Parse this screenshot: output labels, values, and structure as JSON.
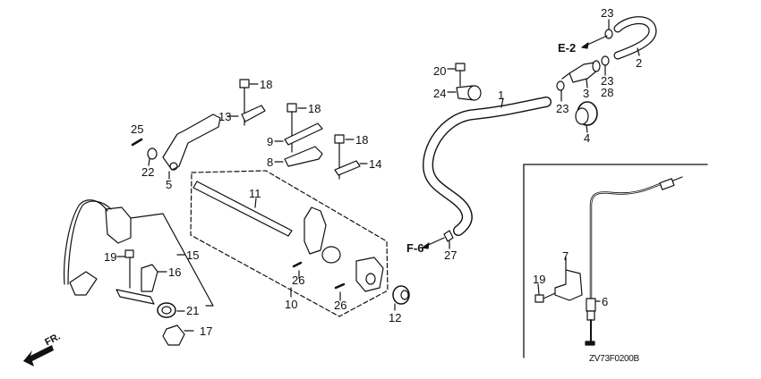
{
  "diagram": {
    "title": "Parts exploded view",
    "diagram_code": "ZV73F0200B",
    "direction_label": "FR.",
    "references": [
      {
        "id": "ref-e2",
        "text": "E-2"
      },
      {
        "id": "ref-f6",
        "text": "F-6"
      }
    ],
    "part_labels": [
      {
        "id": "p23a",
        "text": "23"
      },
      {
        "id": "p2",
        "text": "2"
      },
      {
        "id": "p23b",
        "text": "23"
      },
      {
        "id": "p28",
        "text": "28"
      },
      {
        "id": "p3",
        "text": "3"
      },
      {
        "id": "p23c",
        "text": "23"
      },
      {
        "id": "p4",
        "text": "4"
      },
      {
        "id": "p20",
        "text": "20"
      },
      {
        "id": "p24",
        "text": "24"
      },
      {
        "id": "p1",
        "text": "1"
      },
      {
        "id": "p18a",
        "text": "18"
      },
      {
        "id": "p13",
        "text": "13"
      },
      {
        "id": "p18b",
        "text": "18"
      },
      {
        "id": "p9",
        "text": "9"
      },
      {
        "id": "p8",
        "text": "8"
      },
      {
        "id": "p18c",
        "text": "18"
      },
      {
        "id": "p14",
        "text": "14"
      },
      {
        "id": "p25",
        "text": "25"
      },
      {
        "id": "p22",
        "text": "22"
      },
      {
        "id": "p5",
        "text": "5"
      },
      {
        "id": "p11",
        "text": "11"
      },
      {
        "id": "p15",
        "text": "15"
      },
      {
        "id": "p19a",
        "text": "19"
      },
      {
        "id": "p16",
        "text": "16"
      },
      {
        "id": "p21",
        "text": "21"
      },
      {
        "id": "p17",
        "text": "17"
      },
      {
        "id": "p26a",
        "text": "26"
      },
      {
        "id": "p26b",
        "text": "26"
      },
      {
        "id": "p10",
        "text": "10"
      },
      {
        "id": "p12",
        "text": "12"
      },
      {
        "id": "p27",
        "text": "27"
      },
      {
        "id": "p7",
        "text": "7"
      },
      {
        "id": "p19b",
        "text": "19"
      },
      {
        "id": "p6",
        "text": "6"
      }
    ]
  }
}
